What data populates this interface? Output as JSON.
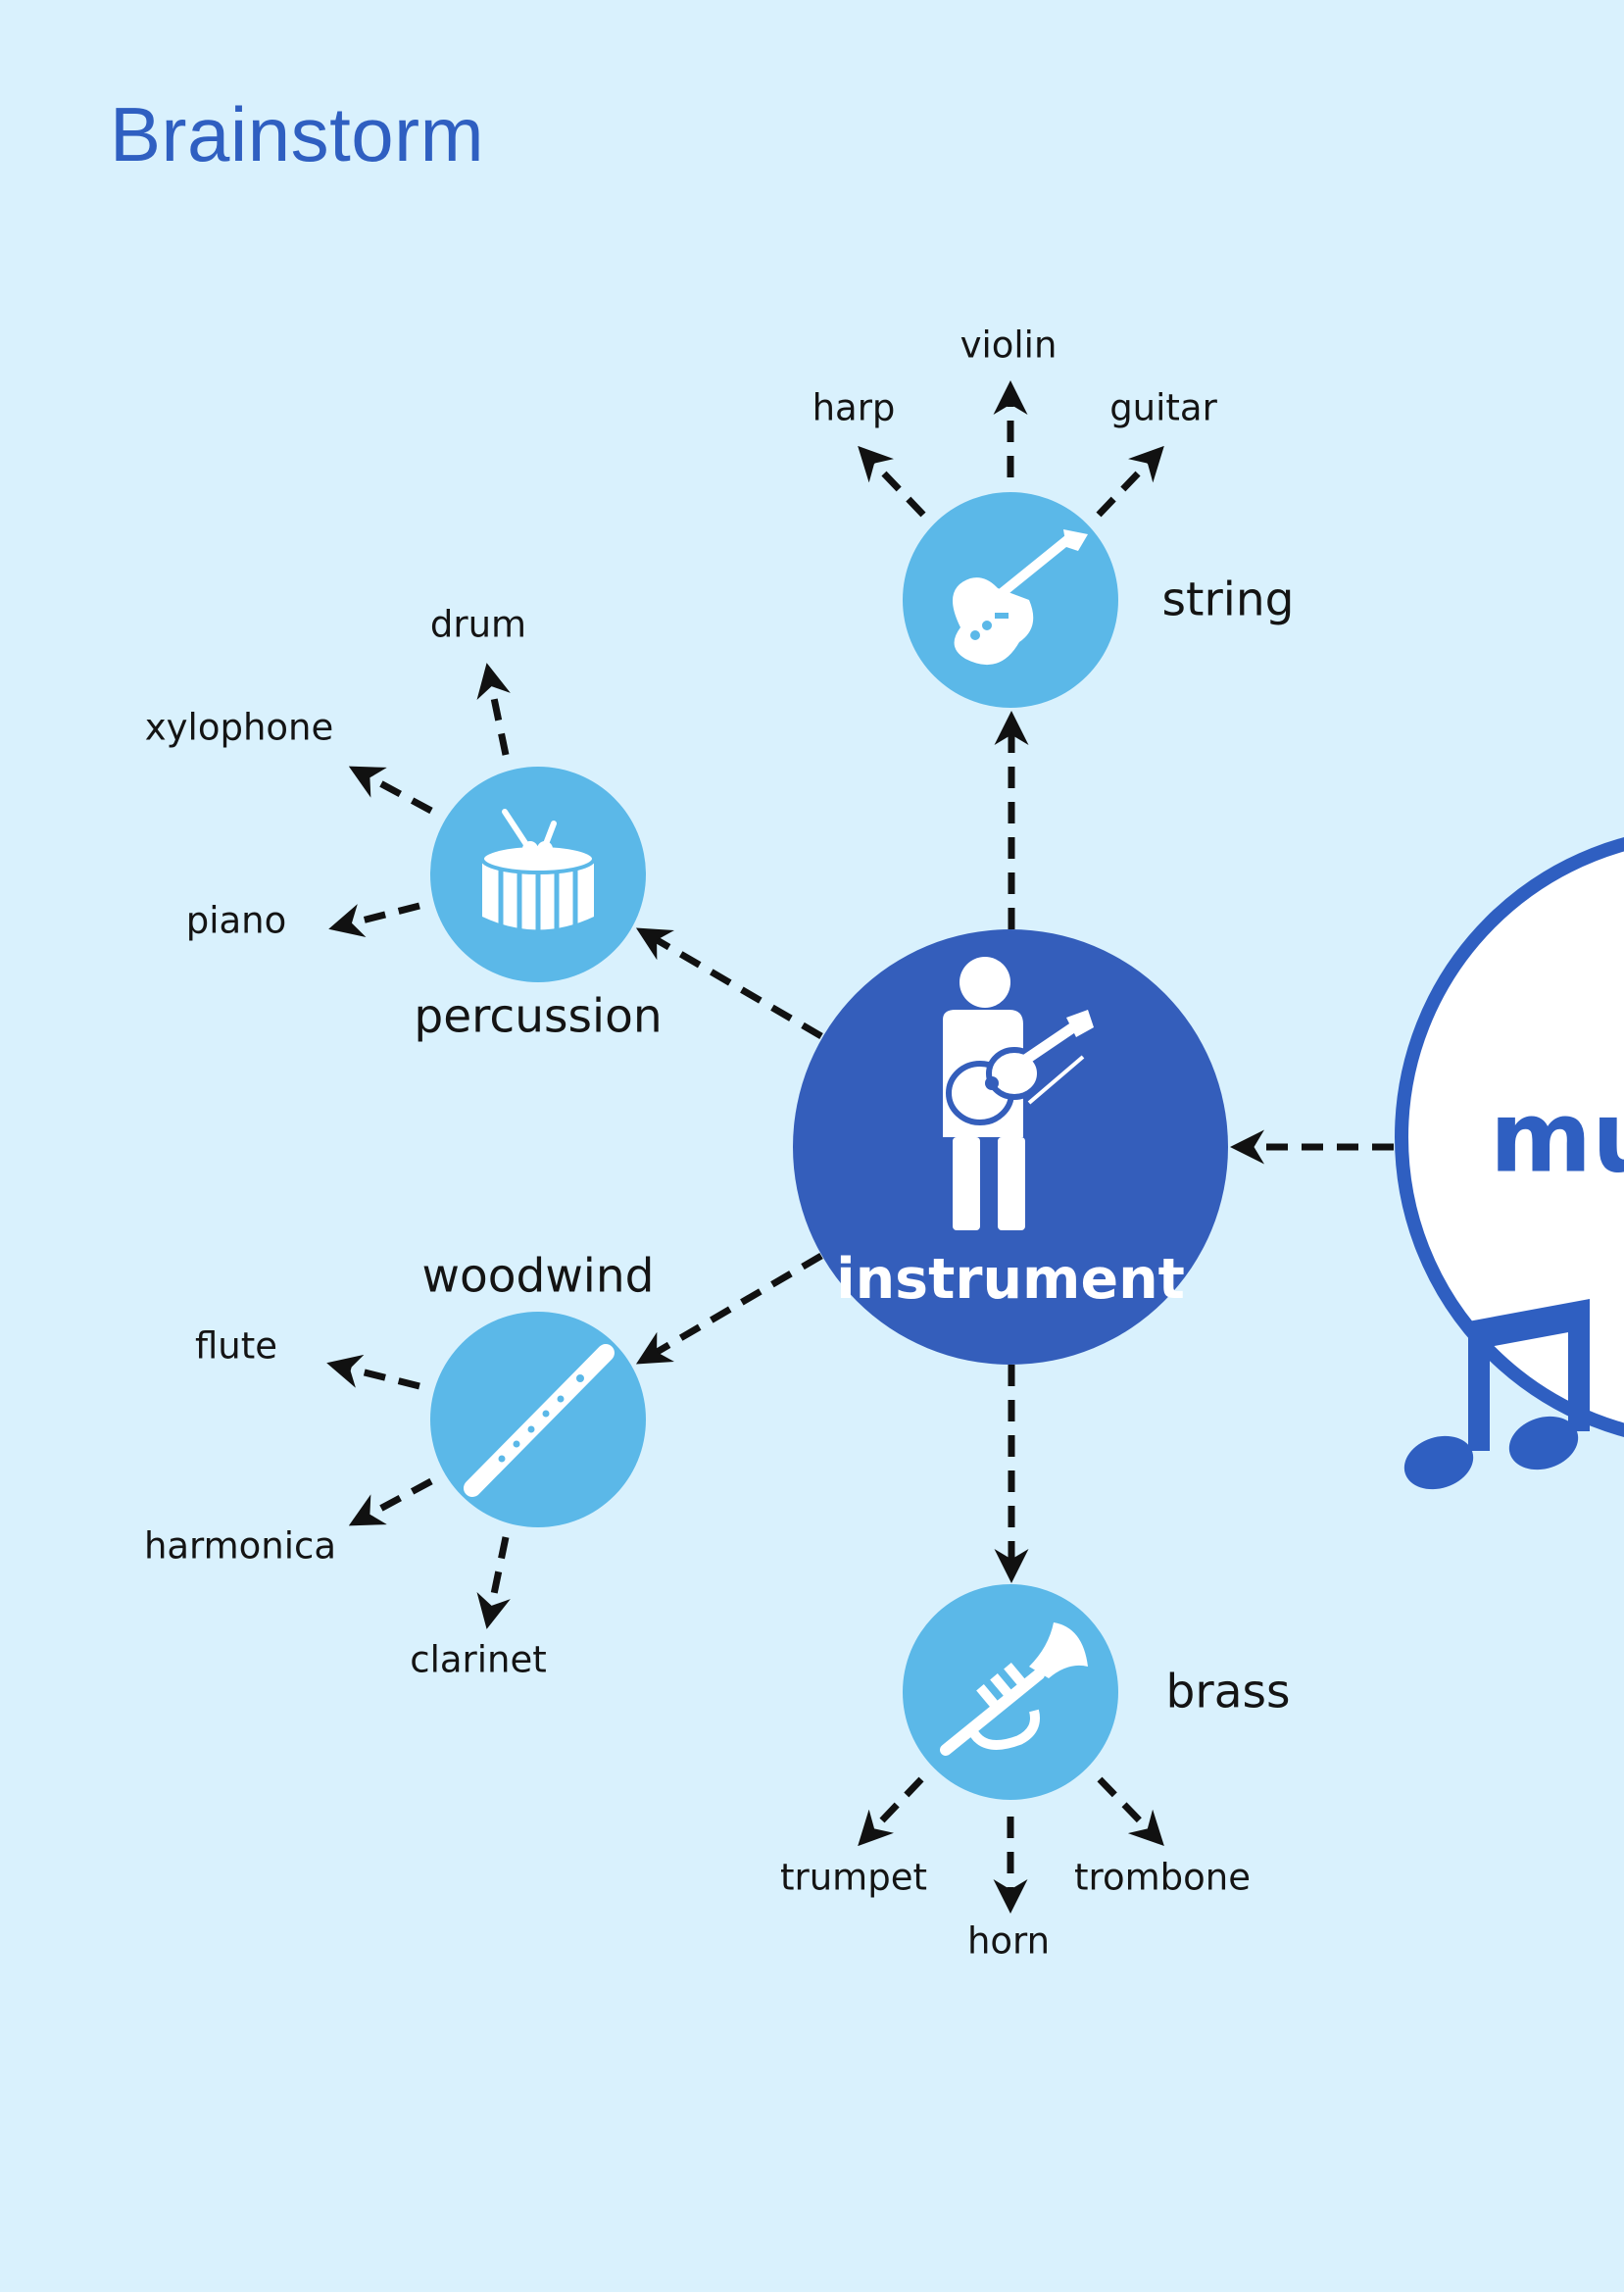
{
  "title": "Brainstorm",
  "center": {
    "label": "instrument"
  },
  "main_topic": {
    "label": "mu"
  },
  "categories": [
    {
      "label": "string",
      "icon": "electric-guitar-icon",
      "children": [
        "harp",
        "violin",
        "guitar"
      ]
    },
    {
      "label": "percussion",
      "icon": "drum-icon",
      "children": [
        "drum",
        "xylophone",
        "piano"
      ]
    },
    {
      "label": "woodwind",
      "icon": "flute-icon",
      "children": [
        "flute",
        "harmonica",
        "clarinet"
      ]
    },
    {
      "label": "brass",
      "icon": "trumpet-icon",
      "children": [
        "trumpet",
        "horn",
        "trombone"
      ]
    }
  ],
  "colors": {
    "background": "#d9f1fd",
    "center": "#345ebb",
    "category": "#5bb8e8",
    "title": "#2f5fc1",
    "arrow": "#111111",
    "music_note": "#2f5fc1"
  }
}
